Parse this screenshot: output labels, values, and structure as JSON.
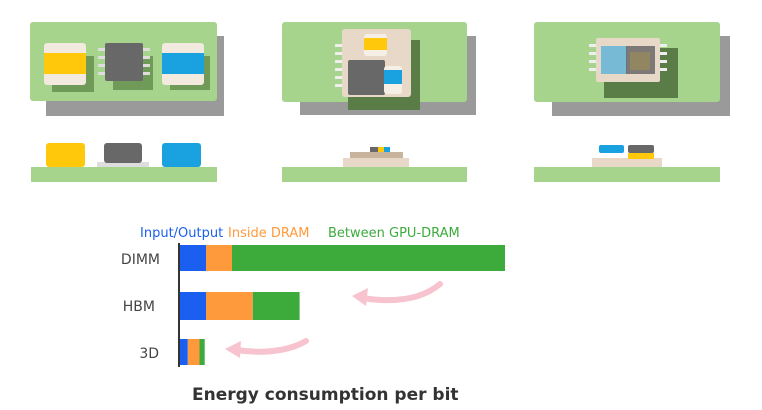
{
  "legend": {
    "input_output": "Input/Output",
    "inside_dram": "Inside DRAM",
    "between_gpu_dram": "Between GPU-DRAM"
  },
  "rows": [
    {
      "label": "DIMM"
    },
    {
      "label": "HBM"
    },
    {
      "label": "3D"
    }
  ],
  "footer_title": "Energy consumption per bit",
  "colors": {
    "input_output": "#1a5ff0",
    "inside_dram": "#ff9a3c",
    "between_gpu_dram": "#3cab3c",
    "board": "#a6d48c",
    "chip_gray": "#686868",
    "chip_yellow": "#ffc80a",
    "chip_blue": "#1aa2e0",
    "interposer": "#e8d8c8",
    "arrow": "#f7c3cf"
  },
  "chart_data": {
    "type": "bar",
    "stacked": true,
    "orientation": "horizontal",
    "categories": [
      "DIMM",
      "HBM",
      "3D"
    ],
    "series": [
      {
        "name": "Input/Output",
        "values": [
          1.0,
          1.0,
          0.3
        ]
      },
      {
        "name": "Inside DRAM",
        "values": [
          1.0,
          1.8,
          0.45
        ]
      },
      {
        "name": "Between GPU-DRAM",
        "values": [
          10.5,
          1.8,
          0.2
        ]
      }
    ],
    "xlabel": "Energy consumption per bit",
    "xlim": [
      0,
      13
    ]
  }
}
